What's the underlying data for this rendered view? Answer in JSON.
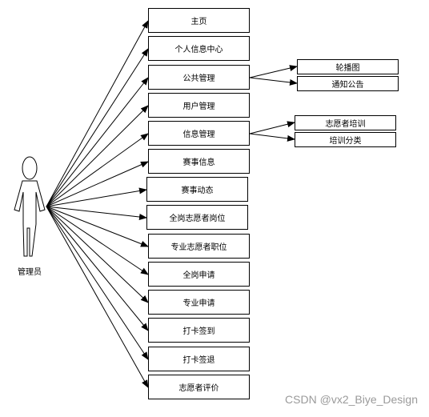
{
  "actor": {
    "label": "管理员"
  },
  "main_items": [
    "主页",
    "个人信息中心",
    "公共管理",
    "用户管理",
    "信息管理",
    "赛事信息",
    "赛事动态",
    "全岗志愿者岗位",
    "专业志愿者职位",
    "全岗申请",
    "专业申请",
    "打卡签到",
    "打卡签退",
    "志愿者评价"
  ],
  "public_management_children": [
    "轮播图",
    "通知公告"
  ],
  "info_management_children": [
    "志愿者培训",
    "培训分类"
  ],
  "watermark": "CSDN @vx2_Biye_Design"
}
